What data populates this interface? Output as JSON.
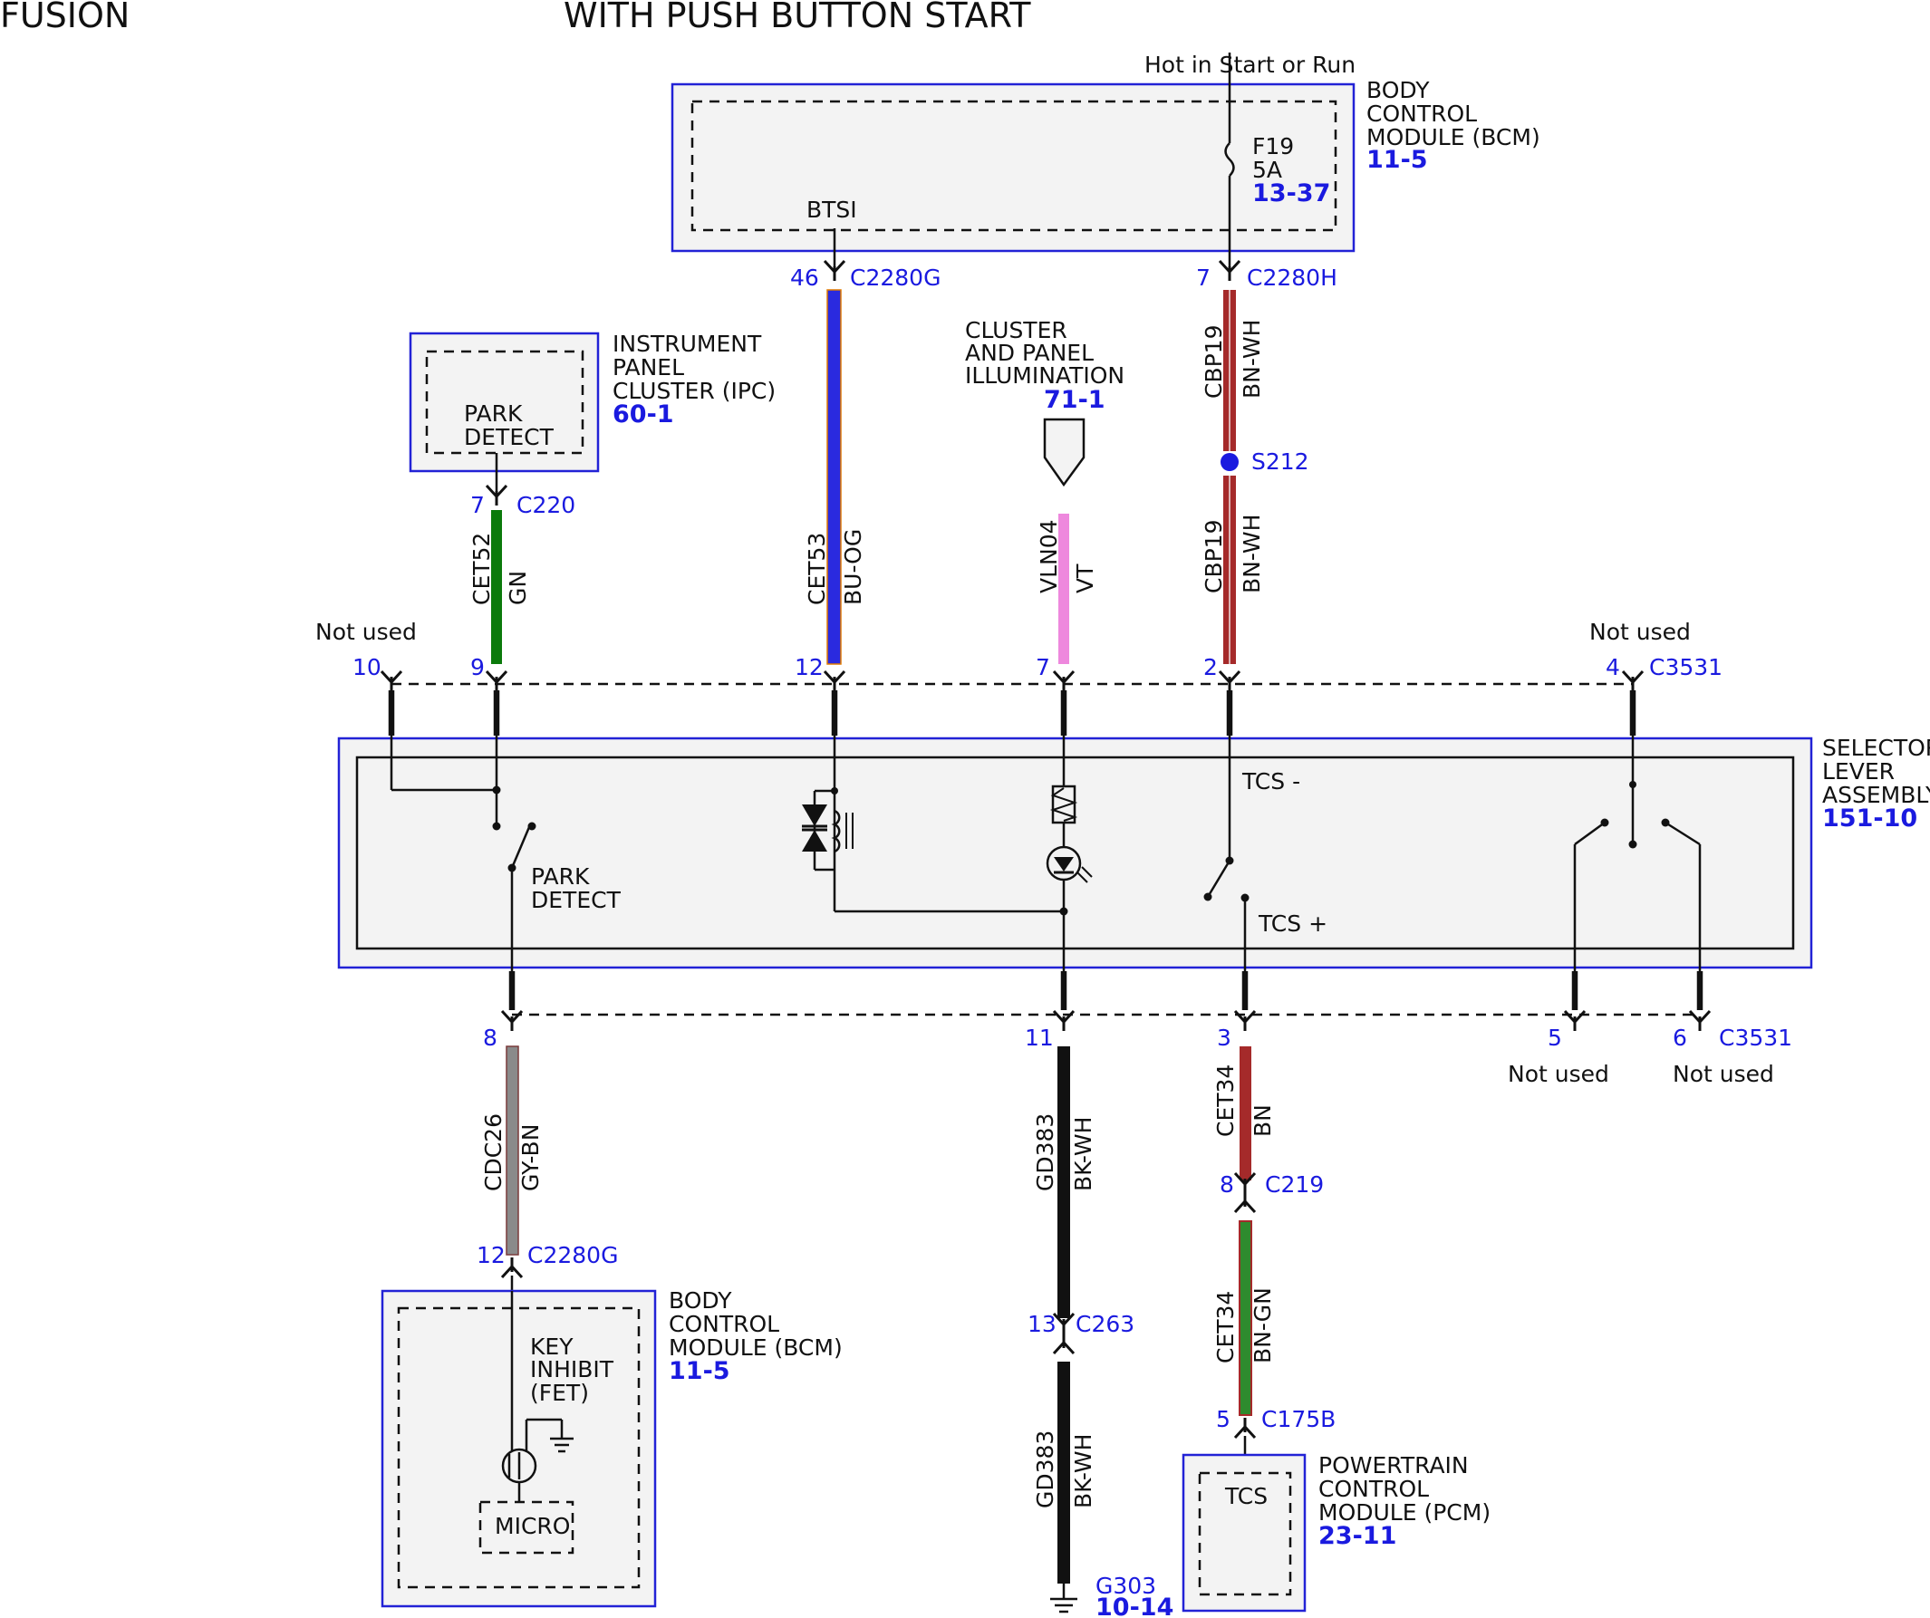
{
  "header": {
    "left": "FUSION",
    "right": "WITH PUSH BUTTON START"
  },
  "bcm_top": {
    "hot": "Hot in Start or Run",
    "name": [
      "BODY",
      "CONTROL",
      "MODULE (BCM)"
    ],
    "ref": "11-5",
    "fuse": "F19",
    "fuse_amp": "5A",
    "fuse_ref": "13-37",
    "btsi": "BTSI"
  },
  "ipc": {
    "name": [
      "INSTRUMENT",
      "PANEL",
      "CLUSTER (IPC)"
    ],
    "ref": "60-1",
    "inner": [
      "PARK",
      "DETECT"
    ]
  },
  "illum": {
    "name": [
      "CLUSTER",
      "AND PANEL",
      "ILLUMINATION"
    ],
    "ref": "71-1"
  },
  "selector": {
    "name": [
      "SELECTOR",
      "LEVER",
      "ASSEMBLY"
    ],
    "ref": "151-10",
    "park": [
      "PARK",
      "DETECT"
    ],
    "tcs_minus": "TCS -",
    "tcs_plus": "TCS +"
  },
  "bcm_bottom": {
    "name": [
      "BODY",
      "CONTROL",
      "MODULE (BCM)"
    ],
    "ref": "11-5",
    "key": [
      "KEY",
      "INHIBIT",
      "(FET)"
    ],
    "micro": "MICRO"
  },
  "pcm": {
    "name": [
      "POWERTRAIN",
      "CONTROL",
      "MODULE (PCM)"
    ],
    "ref": "23-11",
    "inner": "TCS"
  },
  "ground": {
    "id": "G303",
    "ref": "10-14"
  },
  "splice": "S212",
  "connectors": {
    "c2280g_top": {
      "pin": "46",
      "name": "C2280G"
    },
    "c2280h": {
      "pin": "7",
      "name": "C2280H"
    },
    "c220": {
      "pin": "7",
      "name": "C220"
    },
    "c219": {
      "pin": "8",
      "name": "C219"
    },
    "c2280g_bot": {
      "pin": "12",
      "name": "C2280G"
    },
    "c263": {
      "pin": "13",
      "name": "C263"
    },
    "c175b": {
      "pin": "5",
      "name": "C175B"
    }
  },
  "c3531": {
    "name": "C3531",
    "top_pins": [
      "10",
      "9",
      "12",
      "7",
      "2",
      "4"
    ],
    "bottom_pins": [
      "8",
      "11",
      "3",
      "5",
      "6"
    ]
  },
  "not_used": "Not used",
  "wires": {
    "cet52": {
      "circuit": "CET52",
      "color": "GN"
    },
    "cet53": {
      "circuit": "CET53",
      "color": "BU-OG"
    },
    "vln04": {
      "circuit": "VLN04",
      "color": "VT"
    },
    "cbp19a": {
      "circuit": "CBP19",
      "color": "BN-WH"
    },
    "cbp19b": {
      "circuit": "CBP19",
      "color": "BN-WH"
    },
    "cdc26": {
      "circuit": "CDC26",
      "color": "GY-BN"
    },
    "gd383a": {
      "circuit": "GD383",
      "color": "BK-WH"
    },
    "gd383b": {
      "circuit": "GD383",
      "color": "BK-WH"
    },
    "cet34a": {
      "circuit": "CET34",
      "color": "BN"
    },
    "cet34b": {
      "circuit": "CET34",
      "color": "BN-GN"
    }
  },
  "colors": {
    "blue_box": "#2222d6",
    "label_blue": "#1a1adf",
    "green": "#0b7a0b",
    "violet": "#ee88dd",
    "brown": "#a52a2a",
    "blue_orange": "#2a2adf",
    "gray_brown": "#8a8a8a",
    "brown_green": "#2e8b2e",
    "black": "#111111"
  }
}
